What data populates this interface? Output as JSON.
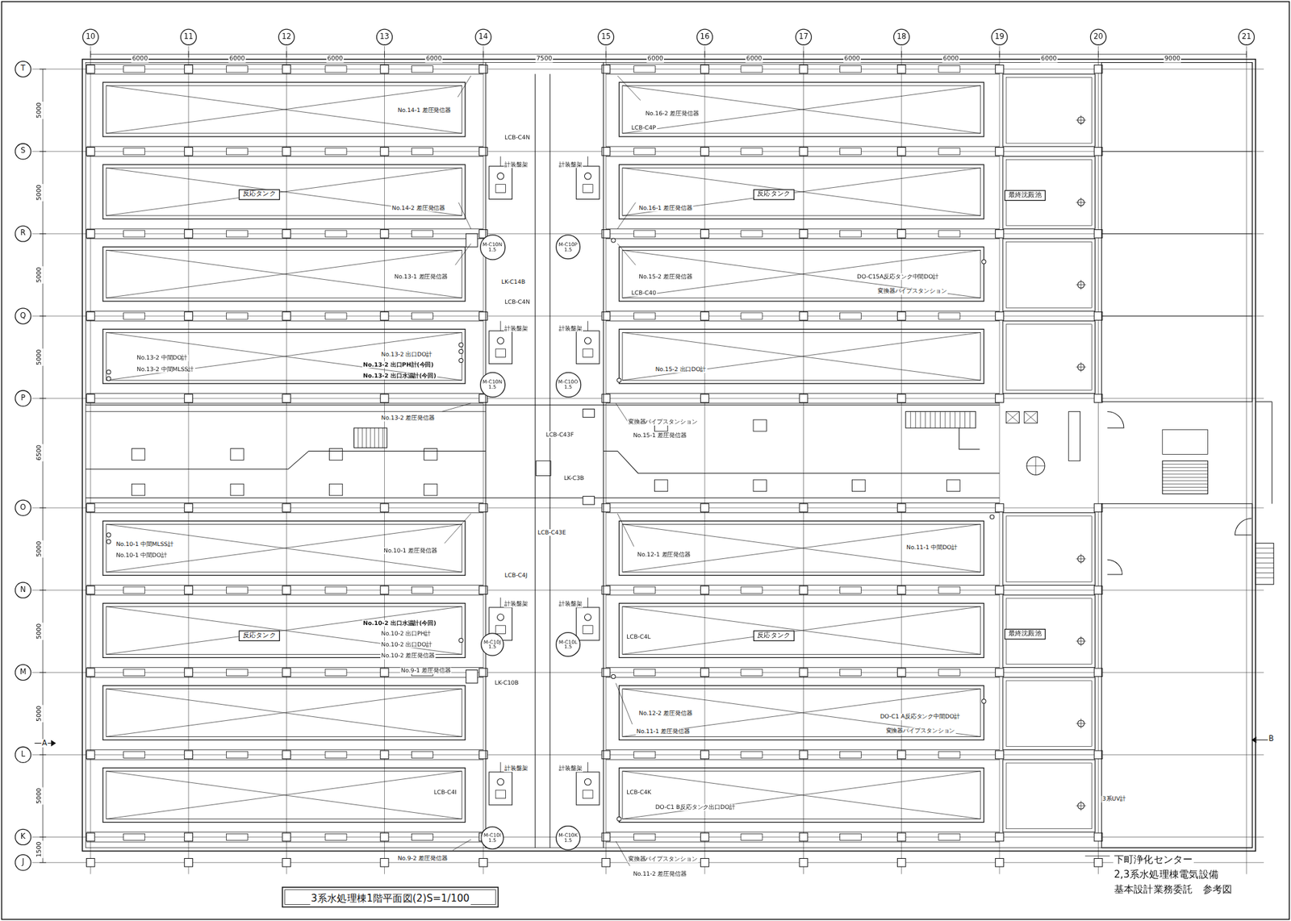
{
  "diagram": {
    "title": "3系水処理棟1階平面図(2)S=1/100",
    "nodes": [
      {
        "text": [
          "10"
        ]
      },
      {
        "text": [
          "11"
        ]
      },
      {
        "text": [
          "12"
        ]
      },
      {
        "text": [
          "13"
        ]
      },
      {
        "text": [
          "14"
        ]
      },
      {
        "text": [
          "15"
        ]
      },
      {
        "text": [
          "16"
        ]
      },
      {
        "text": [
          "17"
        ]
      },
      {
        "text": [
          "18"
        ]
      },
      {
        "text": [
          "19"
        ]
      },
      {
        "text": [
          "20"
        ]
      },
      {
        "text": [
          "21"
        ]
      },
      {
        "text": [
          "T"
        ]
      },
      {
        "text": [
          "S"
        ]
      },
      {
        "text": [
          "R"
        ]
      },
      {
        "text": [
          "Q"
        ]
      },
      {
        "text": [
          "P"
        ]
      },
      {
        "text": [
          "O"
        ]
      },
      {
        "text": [
          "N"
        ]
      },
      {
        "text": [
          "M"
        ]
      },
      {
        "text": [
          "L"
        ]
      },
      {
        "text": [
          "K"
        ]
      },
      {
        "text": [
          "J"
        ]
      },
      {
        "text": [
          "反応タンク"
        ]
      },
      {
        "text": [
          "反応タンク"
        ]
      },
      {
        "text": [
          "最終沈殿池"
        ]
      },
      {
        "text": [
          "M-C10N",
          "1.5"
        ]
      },
      {
        "text": [
          "M-C10P",
          "1.5"
        ]
      },
      {
        "text": [
          "M-C10N",
          "1.5"
        ]
      },
      {
        "text": [
          "M-C10O",
          "1.5"
        ]
      },
      {
        "text": [
          "反応タンク"
        ]
      },
      {
        "text": [
          "反応タンク"
        ]
      },
      {
        "text": [
          "最終沈殿池"
        ]
      },
      {
        "text": [
          "M-C10J",
          "1.5"
        ]
      },
      {
        "text": [
          "M-C10L",
          "1.5"
        ]
      },
      {
        "text": [
          "M-C10I",
          "1.5"
        ]
      },
      {
        "text": [
          "M-C10K",
          "1.5"
        ]
      }
    ],
    "labels": [
      "6000",
      "6000",
      "6000",
      "6000",
      "7500",
      "6000",
      "6000",
      "6000",
      "6000",
      "6000",
      "9000",
      "5000",
      "5000",
      "5000",
      "5000",
      "6500",
      "5000",
      "5000",
      "5000",
      "5000",
      "1500",
      "No.14-1 差圧発信器",
      "No.16-2 差圧発信器",
      "LCB-C4P",
      "LCB-C4N",
      "計装盤架",
      "計装盤架",
      "No.14-2 差圧発信器",
      "No.16-1 差圧発信器",
      "LK-C14B",
      "No.13-1 差圧発信器",
      "No.15-2 差圧発信器",
      "DO-C15A反応タンク中間DO計",
      "変換器パイプスタンション",
      "LCB-C40",
      "LCB-C4N",
      "計装盤架",
      "計装盤架",
      "No.13-2 出口DO計",
      "No.13-2 中間DO計",
      "No.13-2 中間MLSS計",
      "No.13-2 出口PH計(今回)",
      "No.13-2 出口水温計(今回)",
      "No.15-2 出口DO計",
      "No.13-2 差圧発信器",
      "変換器パイプスタンション",
      "LCB-C43F",
      "No.15-1 差圧発信器",
      "LK-C3B",
      "LCB-C43E",
      "No.10-1 中間MLSS計",
      "No.10-1 中間DO計",
      "No.10-1 差圧発信器",
      "No.12-1 差圧発信器",
      "No.11-1 中間DO計",
      "LCB-C4J",
      "計装盤架",
      "計装盤架",
      "No.10-2 出口水温計(今回)",
      "No.10-2 出口PH計",
      "No.10-2 出口DO計",
      "No.10-2 差圧発信器",
      "LCB-C4L",
      "No.9-1 差圧発信器",
      "LK-C10B",
      "No.12-2 差圧発信器",
      "No.11-1 差圧発信器",
      "DO-C1 A反応タンク中間DO計",
      "変換器パイプスタンション",
      "A",
      "B",
      "計装盤架",
      "計装盤架",
      "LCB-C4I",
      "LCB-C4K",
      "DO-C1 B反応タンク出口DO計",
      "3系UV計",
      "No.9-2 差圧発信器",
      "変換器パイプスタンション",
      "No.11-2 差圧発信器",
      "下町浄化センター",
      "2,3系水処理棟電気設備",
      "基本設計業務委託　参考図"
    ]
  }
}
